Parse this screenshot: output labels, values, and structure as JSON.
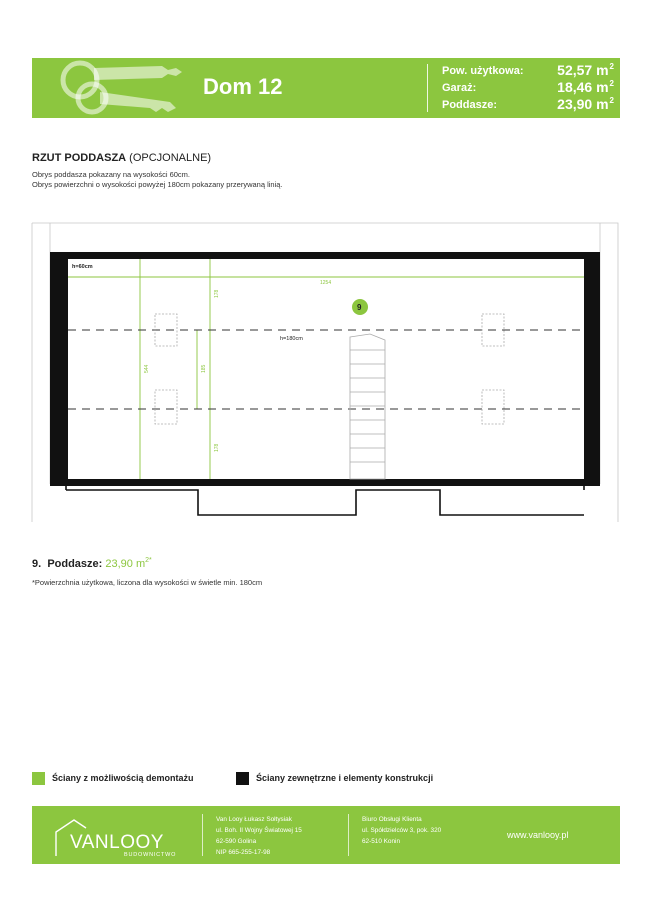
{
  "header": {
    "title": "Dom 12",
    "stats": [
      {
        "label": "Pow. użytkowa:",
        "value": "52,57 m",
        "sup": "2"
      },
      {
        "label": "Garaż:",
        "value": "18,46 m",
        "sup": "2"
      },
      {
        "label": "Poddasze:",
        "value": "23,90 m",
        "sup": "2"
      }
    ]
  },
  "section": {
    "title_bold": "RZUT PODDASZA",
    "title_rest": " (OPCJONALNE)",
    "note1": "Obrys poddasza pokazany na wysokości 60cm.",
    "note2": "Obrys powierzchni o wysokości powyżej 180cm pokazany przerywaną linią."
  },
  "plan": {
    "label_h60": "h=60cm",
    "label_h180": "h=180cm",
    "dim_width": "1254",
    "dim_top": "178",
    "dim_mid": "185",
    "dim_left": "544",
    "dim_bottom": "178",
    "room_number": "9"
  },
  "room": {
    "number": "9.",
    "label": "Poddasze:",
    "area": "23,90 m",
    "sup": "2*",
    "note": "*Powierzchnia użytkowa, liczona dla wysokości w świetle min. 180cm"
  },
  "legend": {
    "removable": "Ściany z możliwością demontażu",
    "structural": "Ściany zewnętrzne i elementy konstrukcji"
  },
  "footer": {
    "brand": "VANLOOY",
    "brand_sub": "BUDOWNICTWO",
    "company": [
      "Van Looy Łukasz Sołtysiak",
      "ul. Boh. II Wojny Światowej 15",
      "62-590 Golina",
      "NIP 665-255-17-98"
    ],
    "office": [
      "Biuro Obsługi Klienta",
      "ul. Spółdzielców 3, pok. 320",
      "62-510 Konin"
    ],
    "website": "www.vanlooy.pl"
  },
  "colors": {
    "accent": "#8cc63f",
    "structure": "#111111"
  }
}
